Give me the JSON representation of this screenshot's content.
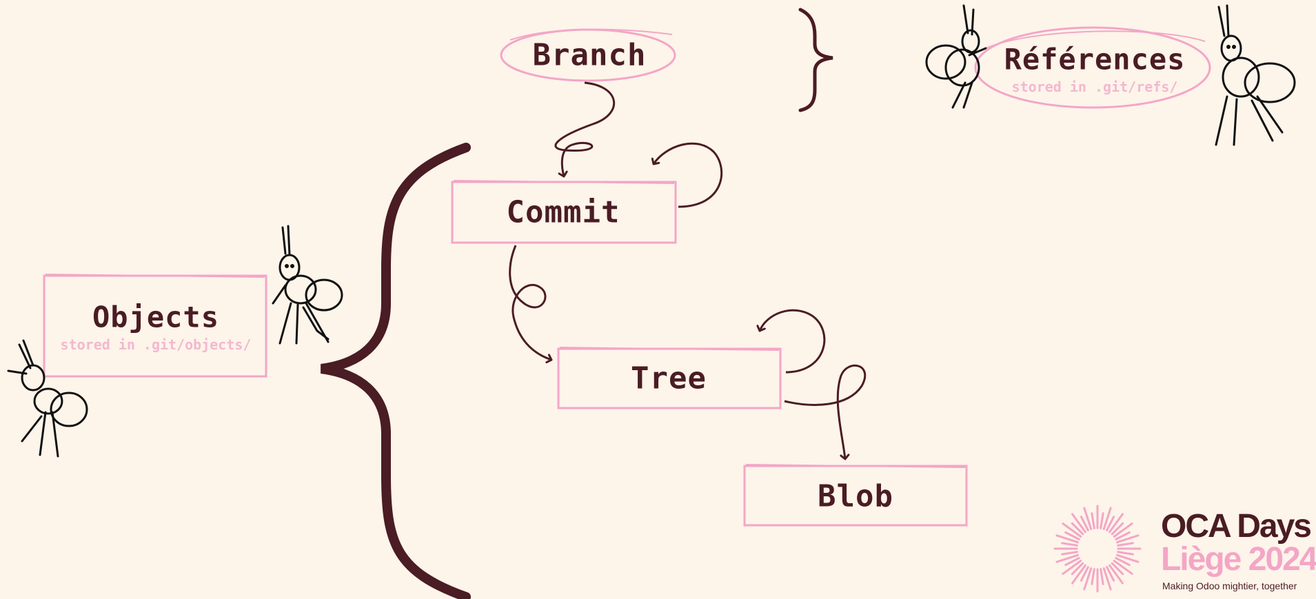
{
  "colors": {
    "background": "#fdf4ea",
    "ink": "#4a1c24",
    "accent_pink": "#f3a6c6",
    "sub_pink": "#f3b8cf",
    "figure": "#111111"
  },
  "nodes": {
    "branch": {
      "label": "Branch"
    },
    "commit": {
      "label": "Commit"
    },
    "tree": {
      "label": "Tree"
    },
    "blob": {
      "label": "Blob"
    }
  },
  "groups": {
    "objects": {
      "title": "Objects",
      "subtitle": "stored in .git/objects/"
    },
    "references": {
      "title": "Références",
      "subtitle": "stored in .git/refs/"
    }
  },
  "edges": [
    {
      "from": "Branch",
      "to": "Commit"
    },
    {
      "from": "Commit",
      "to": "Commit"
    },
    {
      "from": "Commit",
      "to": "Tree"
    },
    {
      "from": "Tree",
      "to": "Tree"
    },
    {
      "from": "Tree",
      "to": "Blob"
    }
  ],
  "brand": {
    "line1": "OCA Days",
    "line2": "Liège 2024",
    "tagline": "Making Odoo mightier, together"
  },
  "icons": [
    "stick-ant-figure",
    "sunburst-logo-icon",
    "curly-brace"
  ]
}
